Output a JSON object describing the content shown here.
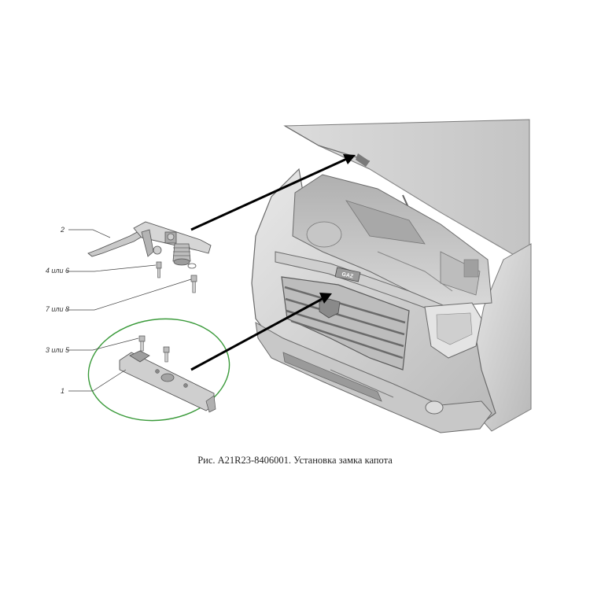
{
  "figure": {
    "caption": "Рис. A21R23-8406001. Установка замка капота",
    "callouts": [
      {
        "id": "c2",
        "label": "2"
      },
      {
        "id": "c46",
        "label": "4 или 6"
      },
      {
        "id": "c78",
        "label": "7 или 8"
      },
      {
        "id": "c35",
        "label": "3 или 5"
      },
      {
        "id": "c1",
        "label": "1"
      }
    ],
    "grille_badge": "GAZ",
    "colors": {
      "line": "#333333",
      "arrow": "#000000",
      "highlight_ellipse": "#3a9a3a",
      "vehicle_body": "#d6d6d6",
      "vehicle_shadow": "#9a9a9a"
    }
  }
}
